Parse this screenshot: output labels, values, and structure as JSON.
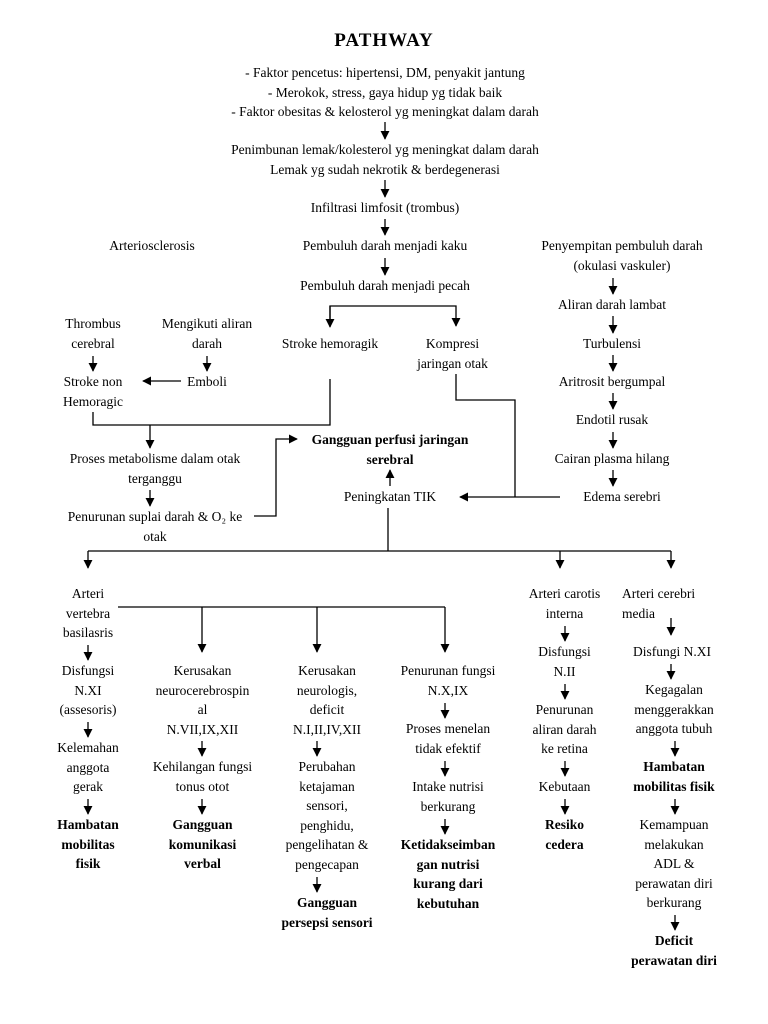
{
  "title": "PATHWAY",
  "factors": [
    "- Faktor pencetus: hipertensi, DM, penyakit jantung",
    "- Merokok, stress, gaya hidup yg tidak baik",
    "- Faktor obesitas & kelosterol yg meningkat dalam darah"
  ],
  "penimbunan": [
    "Penimbunan lemak/kolesterol yg meningkat dalam darah",
    "Lemak yg sudah nekrotik & berdegenerasi"
  ],
  "infiltrasi": "Infiltrasi limfosit (trombus)",
  "arteriosclerosis": "Arteriosclerosis",
  "kaku": "Pembuluh darah menjadi kaku",
  "penyempitan": [
    "Penyempitan pembuluh darah",
    "(okulasi vaskuler)"
  ],
  "pecah": "Pembuluh darah menjadi pecah",
  "aliran_lambat": "Aliran darah lambat",
  "thrombus": [
    "Thrombus",
    "cerebral"
  ],
  "mengikuti": [
    "Mengikuti aliran",
    "darah"
  ],
  "hemoragik": "Stroke hemoragik",
  "kompresi": [
    "Kompresi",
    "jaringan otak"
  ],
  "turbulensi": "Turbulensi",
  "stroke_non": [
    "Stroke non",
    "Hemoragic"
  ],
  "emboli": "Emboli",
  "aritrosit": "Aritrosit bergumpal",
  "endotil": "Endotil rusak",
  "metabolisme": [
    "Proses metabolisme dalam otak",
    "terganggu"
  ],
  "gangguan_perfusi": [
    "Gangguan perfusi jaringan",
    "serebral"
  ],
  "cairan": "Cairan plasma hilang",
  "tik": "Peningkatan TIK",
  "edema": "Edema serebri",
  "suplai": [
    "Penurunan suplai darah & O₂ ke",
    "otak"
  ],
  "col1": {
    "arteri": [
      "Arteri",
      "vertebra",
      "basilasris"
    ],
    "disfungsi": [
      "Disfungsi",
      "N.XI",
      "(assesoris)"
    ],
    "kelemahan": [
      "Kelemahan",
      "anggota",
      "gerak"
    ],
    "result": [
      "Hambatan",
      "mobilitas",
      "fisik"
    ]
  },
  "col2": {
    "kerusakan": [
      "Kerusakan",
      "neurocerebrospin",
      "al",
      "N.VII,IX,XII"
    ],
    "kehilangan": [
      "Kehilangan fungsi",
      "tonus otot"
    ],
    "result": [
      "Gangguan",
      "komunikasi",
      "verbal"
    ]
  },
  "col3": {
    "kerusakan": [
      "Kerusakan",
      "neurologis,",
      "deficit",
      "N.I,II,IV,XII"
    ],
    "perubahan": [
      "Perubahan",
      "ketajaman",
      "sensori,",
      "penghidu,",
      "pengelihatan &",
      "pengecapan"
    ],
    "result": [
      "Gangguan",
      "persepsi sensori"
    ]
  },
  "col4": {
    "penurunan": [
      "Penurunan fungsi",
      "N.X,IX"
    ],
    "menelan": [
      "Proses menelan",
      "tidak efektif"
    ],
    "intake": [
      "Intake nutrisi",
      "berkurang"
    ],
    "result": [
      "Ketidakseimban",
      "gan nutrisi",
      "kurang dari",
      "kebutuhan"
    ]
  },
  "col5": {
    "arteri": [
      "Arteri carotis",
      "interna"
    ],
    "disfungsi": [
      "Disfungsi",
      "N.II"
    ],
    "penurunan": [
      "Penurunan",
      "aliran darah",
      "ke retina"
    ],
    "kebutaan": "Kebutaan",
    "result": [
      "Resiko",
      "cedera"
    ]
  },
  "col6": {
    "arteri": [
      "Arteri cerebri",
      "media"
    ],
    "disfungi": "Disfungi N.XI",
    "kegagalan": [
      "Kegagalan",
      "menggerakkan",
      "anggota tubuh"
    ],
    "hambatan": [
      "Hambatan",
      "mobilitas fisik"
    ],
    "kemampuan": [
      "Kemampuan",
      "melakukan",
      "ADL &",
      "perawatan diri",
      "berkurang"
    ],
    "result": [
      "Deficit",
      "perawatan diri"
    ]
  }
}
